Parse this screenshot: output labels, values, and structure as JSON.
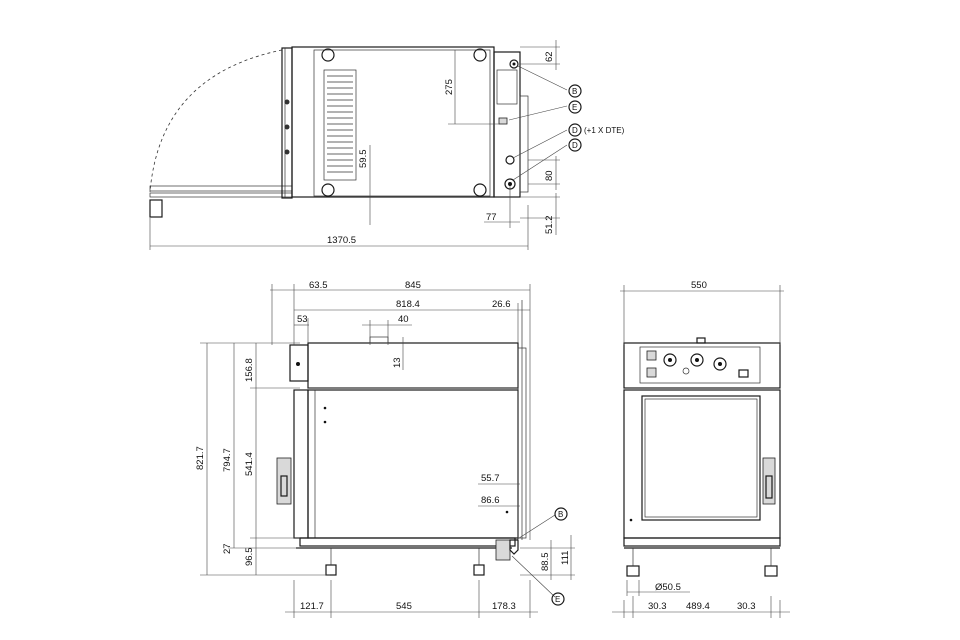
{
  "top_view": {
    "dims": {
      "d62": "62",
      "d275": "275",
      "d59_5": "59.5",
      "d80": "80",
      "d77": "77",
      "d51_2": "51.2",
      "d1370_5": "1370.5"
    },
    "callouts": {
      "b": "B",
      "e": "E",
      "d1": "D",
      "d1_note": "(+1 X DTE)",
      "d2": "D"
    }
  },
  "side_view": {
    "dims": {
      "d63_5": "63.5",
      "d845": "845",
      "d818_4": "818.4",
      "d26_6": "26.6",
      "d53": "53",
      "d40": "40",
      "d13": "13",
      "d821_7": "821.7",
      "d794_7": "794.7",
      "d156_8": "156.8",
      "d541_4": "541.4",
      "d27": "27",
      "d96_5": "96.5",
      "d55_7": "55.7",
      "d86_6": "86.6",
      "d88_5": "88.5",
      "d111": "111",
      "d121_7": "121.7",
      "d545": "545",
      "d178_3": "178.3"
    },
    "callouts": {
      "b": "B",
      "e": "E"
    }
  },
  "front_view": {
    "dims": {
      "d550": "550",
      "d50_5": "Ø50.5",
      "d30_3_left": "30.3",
      "d489_4": "489.4",
      "d30_3_right": "30.3"
    }
  }
}
